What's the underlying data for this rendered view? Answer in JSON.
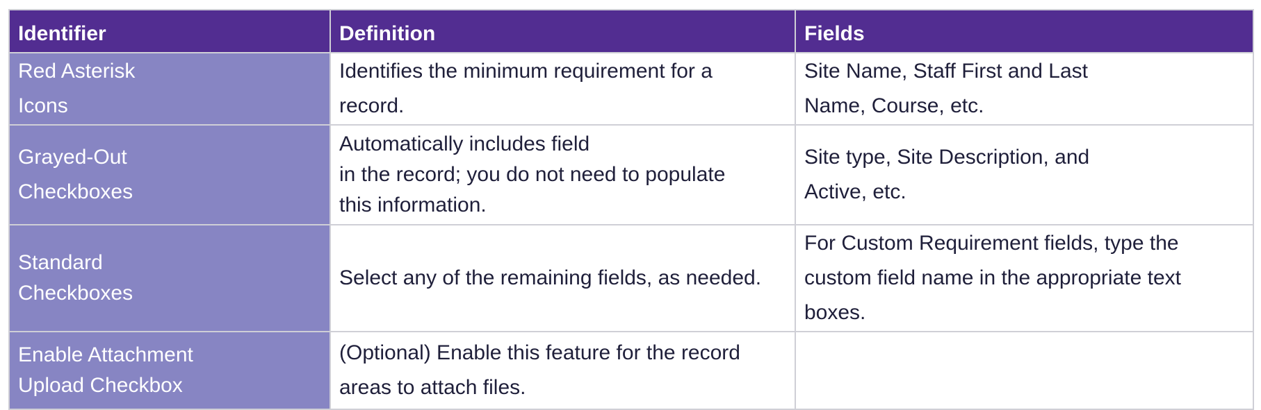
{
  "table": {
    "headers": [
      "Identifier",
      "Definition",
      "Fields"
    ],
    "rows": [
      {
        "identifier": [
          "Red Asterisk",
          "Icons"
        ],
        "definition": [
          "Identifies the minimum requirement for a",
          "record."
        ],
        "fields": [
          "Site Name, Staff First and Last",
          "Name, Course, etc."
        ]
      },
      {
        "identifier": [
          "Grayed-Out",
          "Checkboxes"
        ],
        "definition": [
          "Automatically includes field",
          "in the record; you do not need to populate",
          "this information."
        ],
        "fields": [
          "Site type, Site Description, and",
          "Active, etc."
        ]
      },
      {
        "identifier": [
          "Standard",
          "Checkboxes"
        ],
        "definition": [
          "Select any of the remaining fields, as needed."
        ],
        "fields": [
          "For Custom Requirement fields, type the",
          "custom field name in the appropriate text",
          "boxes."
        ]
      },
      {
        "identifier": [
          "Enable Attachment",
          "Upload Checkbox"
        ],
        "definition": [
          "(Optional) Enable this feature for the record",
          "areas to attach files."
        ],
        "fields": []
      }
    ]
  }
}
